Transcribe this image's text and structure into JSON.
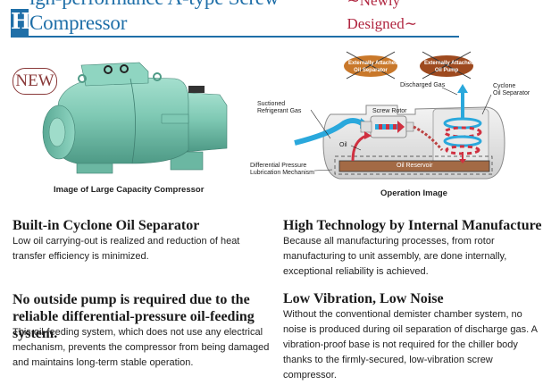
{
  "header": {
    "initial": "H",
    "title_rest": "igh-performance A-type Screw Compressor",
    "subtitle": "∼Newly Designed∼",
    "accent_color": "#1f6fa8",
    "subtitle_color": "#b02640"
  },
  "left_figure": {
    "badge": "NEW",
    "caption": "Image of Large Capacity Compressor",
    "compressor_color": "#7fc9b4"
  },
  "right_figure": {
    "caption": "Operation Image",
    "crossed_items": [
      {
        "line1": "Externally Attached",
        "line2": "Oil Separator"
      },
      {
        "line1": "Externally Attached",
        "line2": "Oil Pump"
      }
    ],
    "labels": {
      "discharged_gas": "Discharged Gas",
      "cyclone_line1": "Cyclone",
      "cyclone_line2": "Oil Separator",
      "suctioned_line1": "Suctioned",
      "suctioned_line2": "Refrigerant Gas",
      "screw_rotor": "Screw Rotor",
      "oil": "Oil",
      "diff_line1": "Differential Pressure",
      "diff_line2": "Lubrication Mechanism",
      "oil_reservoir": "Oil Reservoir"
    }
  },
  "sections": [
    {
      "title": "Built-in Cyclone Oil Separator",
      "body": "Low oil carrying-out is realized and reduction of heat transfer efficiency is minimized."
    },
    {
      "title": "No outside pump is required due to the reliable differential-pressure oil-feeding system.",
      "body": "This oil-feeding system, which does not use any electrical mechanism, prevents the compressor from being damaged and maintains long-term stable operation."
    },
    {
      "title": "High Technology by Internal Manufacture",
      "body": "Because all manufacturing processes, from rotor manufacturing to unit assembly, are done internally, exceptional reliability is achieved."
    },
    {
      "title": "Low Vibration, Low Noise",
      "body": "Without the conventional demister chamber system, no noise is produced during oil separation of discharge gas. A vibration-proof base is not required for the chiller body thanks to the firmly-secured, low-vibration screw compressor."
    }
  ]
}
